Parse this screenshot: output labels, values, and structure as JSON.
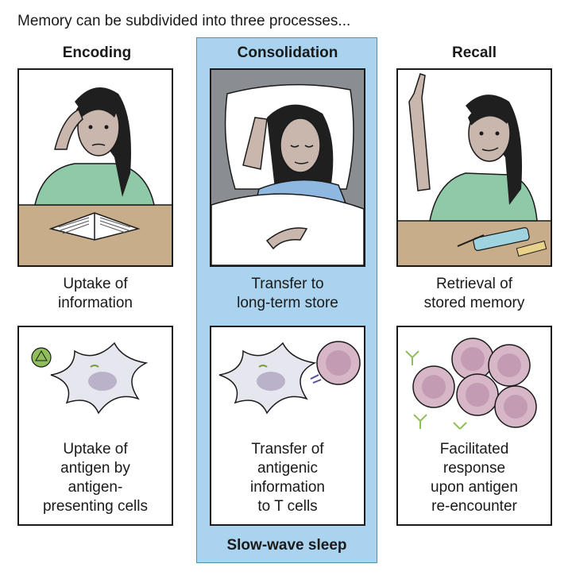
{
  "intro": "Memory can be subdivided into three processes...",
  "columns": [
    {
      "heading": "Encoding",
      "caption_top": [
        "Uptake of",
        "information"
      ],
      "caption_bottom": [
        "Uptake of",
        "antigen by",
        "antigen-",
        "presenting cells"
      ]
    },
    {
      "heading": "Consolidation",
      "caption_top": [
        "Transfer to",
        "long-term store"
      ],
      "caption_bottom": [
        "Transfer of",
        "antigenic",
        "information",
        "to T cells"
      ]
    },
    {
      "heading": "Recall",
      "caption_top": [
        "Retrieval of",
        "stored memory"
      ],
      "caption_bottom": [
        "Facilitated",
        "response",
        "upon antigen",
        "re-encounter"
      ]
    }
  ],
  "footer": "Slow-wave sleep",
  "colors": {
    "highlight": "#a9d3ee",
    "table": "#c8ad8a",
    "shirt": "#8fc9a8",
    "skin": "#c9b6ad",
    "cell": "#d7b6c8"
  }
}
